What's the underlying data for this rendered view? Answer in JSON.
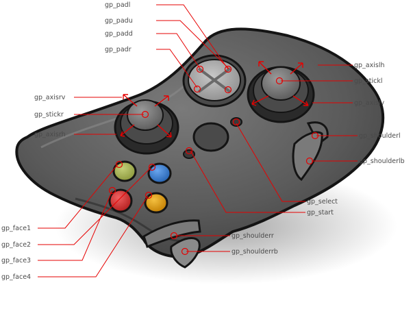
{
  "labels": {
    "gp_padl": "gp_padl",
    "gp_padu": "gp_padu",
    "gp_padd": "gp_padd",
    "gp_padr": "gp_padr",
    "gp_axisrv": "gp_axisrv",
    "gp_stickr": "gp_stickr",
    "gp_axisrh": "gp_axisrh",
    "gp_axislh": "gp_axislh",
    "gp_stickl": "gp_stickl",
    "gp_axislv": "gp_axislv",
    "gp_shoulderl": "gp_shoulderl",
    "gp_shoulderlb": "gp_shoulderlb",
    "gp_select": "gp_select",
    "gp_start": "gp_start",
    "gp_shoulderr": "gp_shoulderr",
    "gp_shoulderrb": "gp_shoulderrb",
    "gp_face1": "gp_face1",
    "gp_face2": "gp_face2",
    "gp_face3": "gp_face3",
    "gp_face4": "gp_face4"
  },
  "colors": {
    "body": "#5f5f5f",
    "body_dark": "#3d3d3d",
    "outline": "#1a1a1a",
    "leader": "#e60000",
    "face1": "#9aa84a",
    "face2": "#3a7fd0",
    "face3": "#cc2a2a",
    "face4": "#e09a10"
  }
}
